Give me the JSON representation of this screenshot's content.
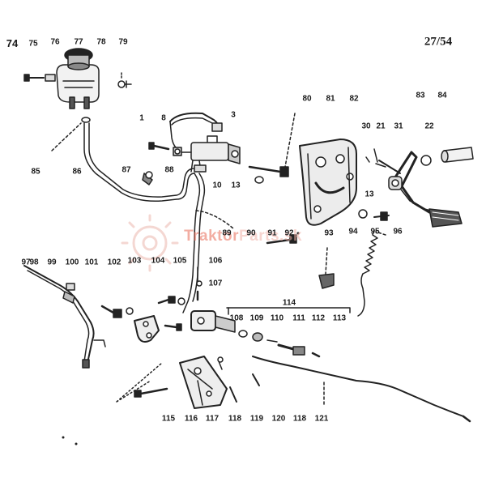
{
  "page_number": "27/54",
  "watermark": {
    "brand": "Traktor",
    "rest": "Parts.sk"
  },
  "callouts": {
    "c74": "74",
    "c75": "75",
    "c76": "76",
    "c77": "77",
    "c78": "78",
    "c79": "79",
    "c1": "1",
    "c8": "8",
    "c3": "3",
    "c80": "80",
    "c81": "81",
    "c82": "82",
    "c83": "83",
    "c84": "84",
    "c30": "30",
    "c21": "21",
    "c31": "31",
    "c22": "22",
    "c85": "85",
    "c86": "86",
    "c87": "87",
    "c88": "88",
    "c10": "10",
    "c13a": "13",
    "c13b": "13",
    "c89": "89",
    "c90": "90",
    "c91": "91",
    "c92": "92",
    "c93": "93",
    "c94": "94",
    "c95": "95",
    "c96": "96",
    "c97": "97",
    "c98": "98",
    "c99": "99",
    "c100": "100",
    "c101": "101",
    "c102": "102",
    "c103": "103",
    "c104": "104",
    "c105": "105",
    "c106": "106",
    "c107": "107",
    "c114": "114",
    "c108": "108",
    "c109": "109",
    "c110": "110",
    "c111": "111",
    "c112": "112",
    "c113": "113",
    "c115": "115",
    "c116": "116",
    "c117": "117",
    "c118a": "118",
    "c119": "119",
    "c120": "120",
    "c118b": "118",
    "c121": "121"
  }
}
